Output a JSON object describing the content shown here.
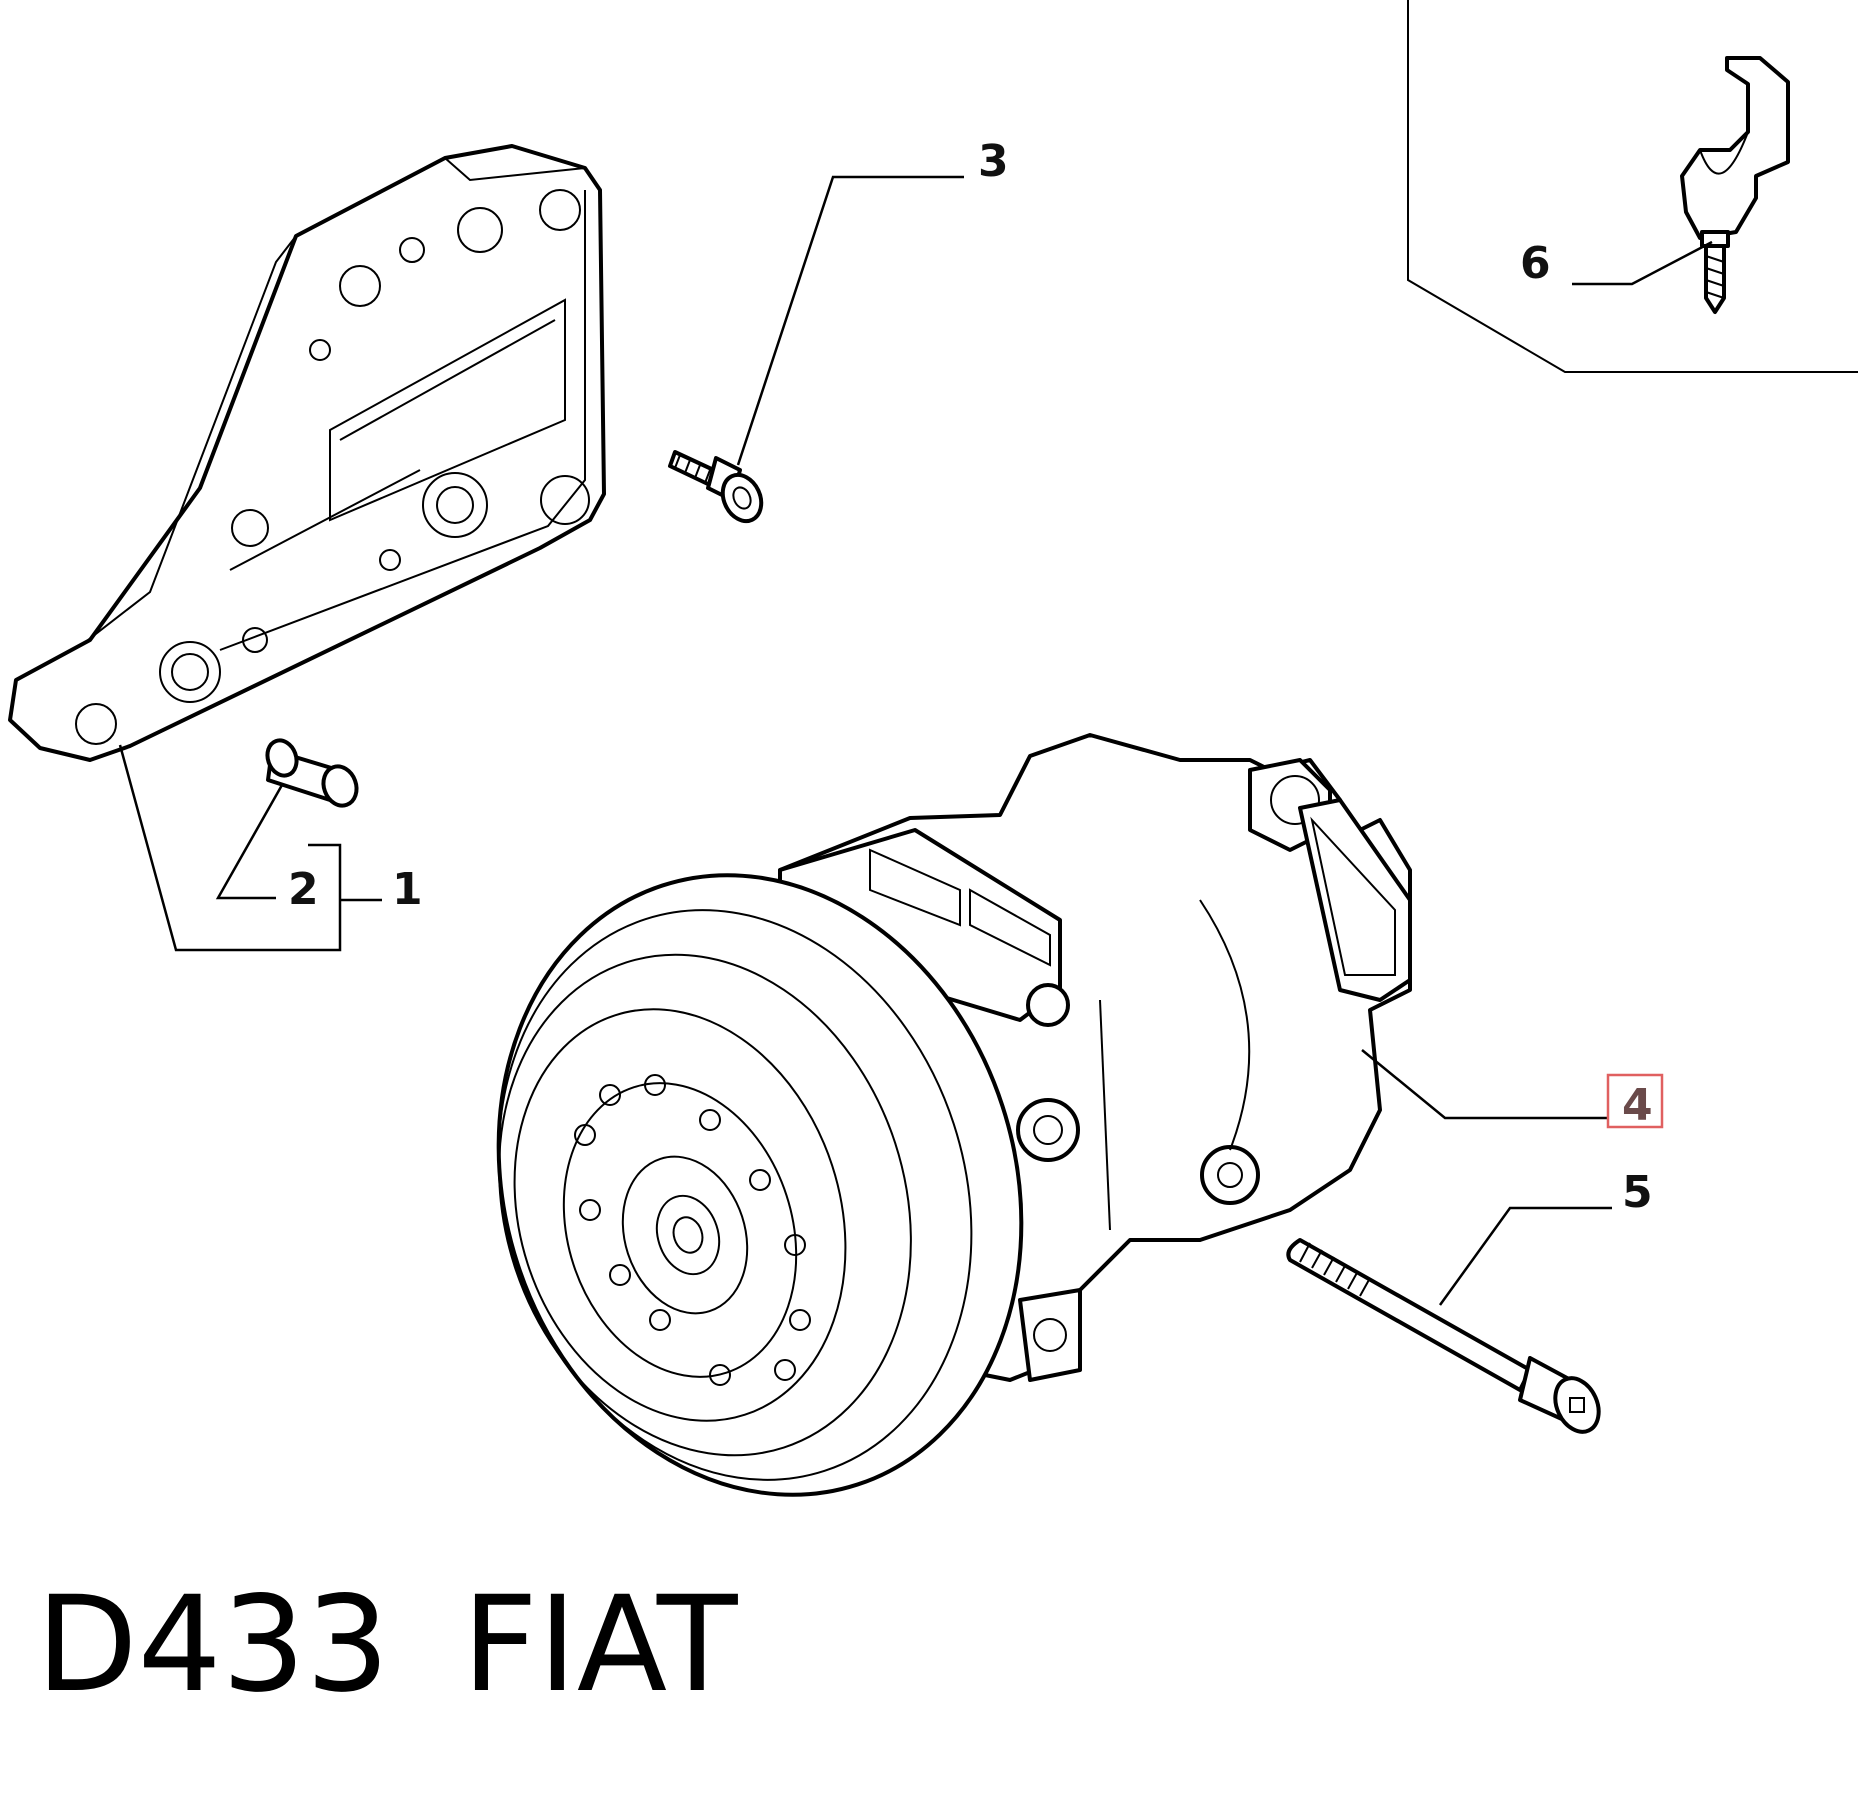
{
  "callouts": {
    "c1": "1",
    "c2": "2",
    "c3": "3",
    "c4": "4",
    "c5": "5",
    "c6": "6"
  },
  "caption": {
    "code": "D433",
    "brand": "FIAT"
  },
  "colors": {
    "highlight": "#e06060",
    "highlighted_label": "#6a4a4a"
  },
  "highlighted_callout": "4"
}
